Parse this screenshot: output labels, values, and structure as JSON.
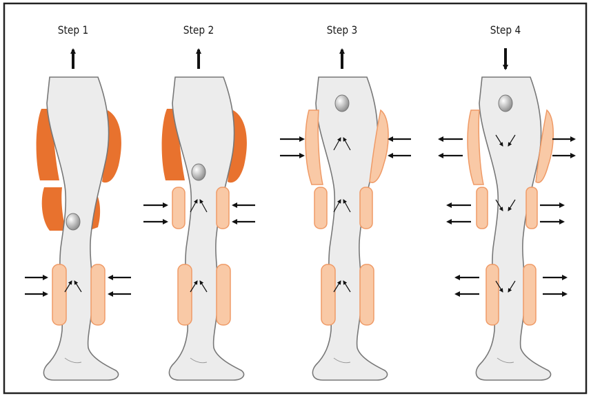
{
  "steps": [
    {
      "title": "Step 1"
    },
    {
      "title": "Step 2"
    },
    {
      "title": "Step 3"
    },
    {
      "title": "Step 4"
    }
  ],
  "colors": {
    "cuff_inflated": "#e8722e",
    "cuff_pressing": "#f9c9a6",
    "cuff_pressing_edge": "#ef9a66",
    "leg_fill": "#ececec",
    "leg_outline": "#777777",
    "vein": "#8d8d8d",
    "arrow": "#111111",
    "frame": "#222222"
  },
  "icons": {
    "blood_flow_up": "arrow-up-icon",
    "blood_flow_down": "arrow-down-icon",
    "compression": "arrow-inward-icon",
    "release": "arrow-outward-icon"
  }
}
